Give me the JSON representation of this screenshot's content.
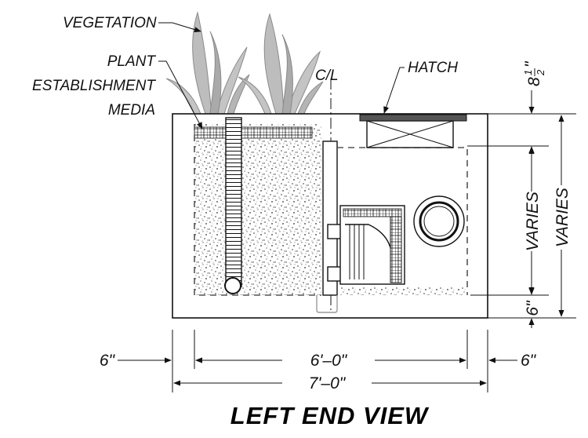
{
  "labels": {
    "vegetation": "VEGETATION",
    "plant_line1": "PLANT",
    "plant_line2": "ESTABLISHMENT",
    "plant_line3": "MEDIA",
    "centerline": "C/L",
    "hatch": "HATCH"
  },
  "dimensions": {
    "top_offset_whole": "8",
    "top_offset_num": "1",
    "top_offset_den": "2",
    "top_offset_inch": "\"",
    "inner_height": "VARIES",
    "outer_height": "VARIES",
    "bottom_slab": "6\"",
    "right_wall": "6\"",
    "left_wall": "6\"",
    "inner_width": "6'–0\"",
    "outer_width": "7'–0\""
  },
  "title": "LEFT END VIEW",
  "colors": {
    "line": "#111111",
    "media_fill": "#d8d8d8",
    "vegetation": "#b3b3b3",
    "hatch_lid": "#555555"
  }
}
